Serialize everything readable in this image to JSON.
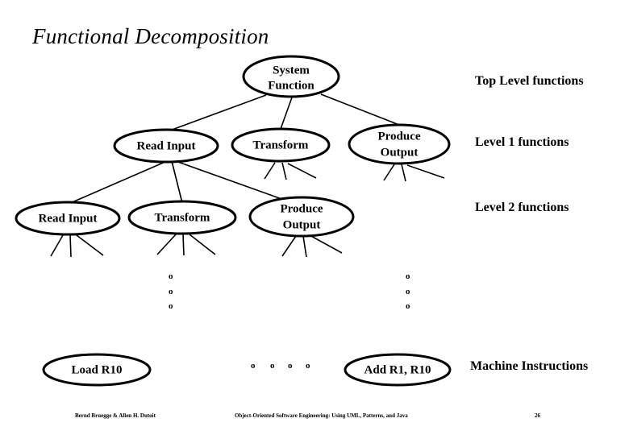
{
  "slide": {
    "title": "Functional Decomposition",
    "page_number": "26"
  },
  "nodes": {
    "root": {
      "label_line1": "System",
      "label_line2": "Function"
    },
    "level1": [
      {
        "label_line1": "Read Input",
        "label_line2": ""
      },
      {
        "label_line1": "Transform",
        "label_line2": ""
      },
      {
        "label_line1": "Produce",
        "label_line2": "Output"
      }
    ],
    "level2": [
      {
        "label_line1": "Read Input",
        "label_line2": ""
      },
      {
        "label_line1": "Transform",
        "label_line2": ""
      },
      {
        "label_line1": "Produce",
        "label_line2": "Output"
      }
    ],
    "machine": [
      {
        "label_line1": "Load R10",
        "label_line2": ""
      },
      {
        "label_line1": "Add R1, R10",
        "label_line2": ""
      }
    ]
  },
  "annotations": [
    {
      "text": "Top Level functions"
    },
    {
      "text": "Level 1  functions"
    },
    {
      "text": "Level 2 functions"
    },
    {
      "text": "Machine Instructions"
    }
  ],
  "ellipsis": {
    "glyph": "o",
    "vertical_left": [
      "o",
      "o",
      "o"
    ],
    "vertical_right": [
      "o",
      "o",
      "o"
    ],
    "horizontal": [
      "o",
      "o",
      "o",
      "o"
    ]
  },
  "footer": {
    "authors": "Bernd Bruegge & Allen H. Dutoit",
    "book": "Object-Oriented Software Engineering: Using UML, Patterns, and Java"
  },
  "colors": {
    "ink": "#000000",
    "background": "#ffffff"
  }
}
